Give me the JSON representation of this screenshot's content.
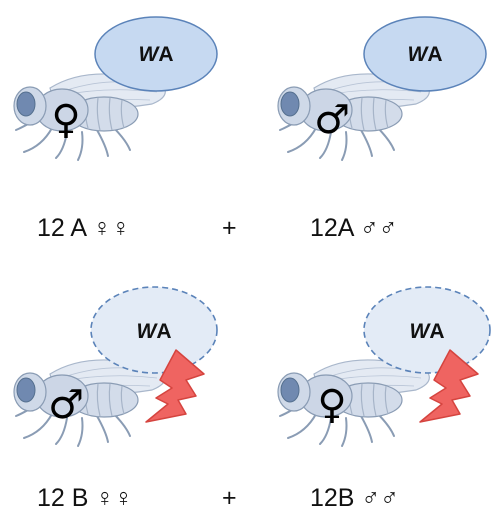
{
  "panels": [
    {
      "bubble_text": "WA",
      "bubble_style": "solid",
      "symbol": "♀"
    },
    {
      "bubble_text": "WA",
      "bubble_style": "solid",
      "symbol": "♂"
    },
    {
      "bubble_text": "WA",
      "bubble_style": "dashed",
      "symbol": "♂",
      "lightning": true
    },
    {
      "bubble_text": "WA",
      "bubble_style": "dashed",
      "symbol": "♀",
      "lightning": true
    }
  ],
  "rows": [
    {
      "left": "12 A ♀♀",
      "plus": "+",
      "right": "12A ♂♂"
    },
    {
      "left": "12 B ♀♀",
      "plus": "+",
      "right": "12B ♂♂"
    }
  ],
  "colors": {
    "bubble_fill": "#c6d9f1",
    "bubble_stroke": "#5b83b9",
    "dashed_fill": "#e3ebf6",
    "lightning_fill": "#ef6461",
    "lightning_stroke": "#d5443f",
    "fly_body": "#d3dcea",
    "fly_outline": "#8a9cb4"
  }
}
